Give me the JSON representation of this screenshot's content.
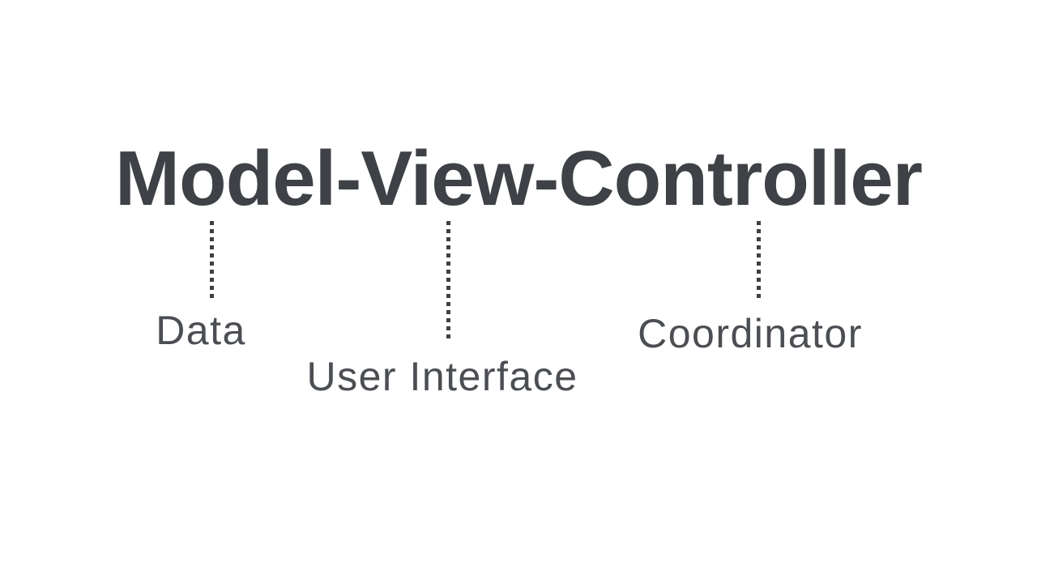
{
  "page": {
    "background_color": "#ffffff",
    "title_color": "#3e4145",
    "label_color": "#4b4e52",
    "connector_color": "#3d4044",
    "connector_style": "vertical-dotted"
  },
  "title": {
    "text": "Model-View-Controller"
  },
  "diagram": {
    "items": [
      {
        "term": "Model",
        "label": "Data"
      },
      {
        "term": "View",
        "label": "User Interface"
      },
      {
        "term": "Controller",
        "label": "Coordinator"
      }
    ]
  }
}
